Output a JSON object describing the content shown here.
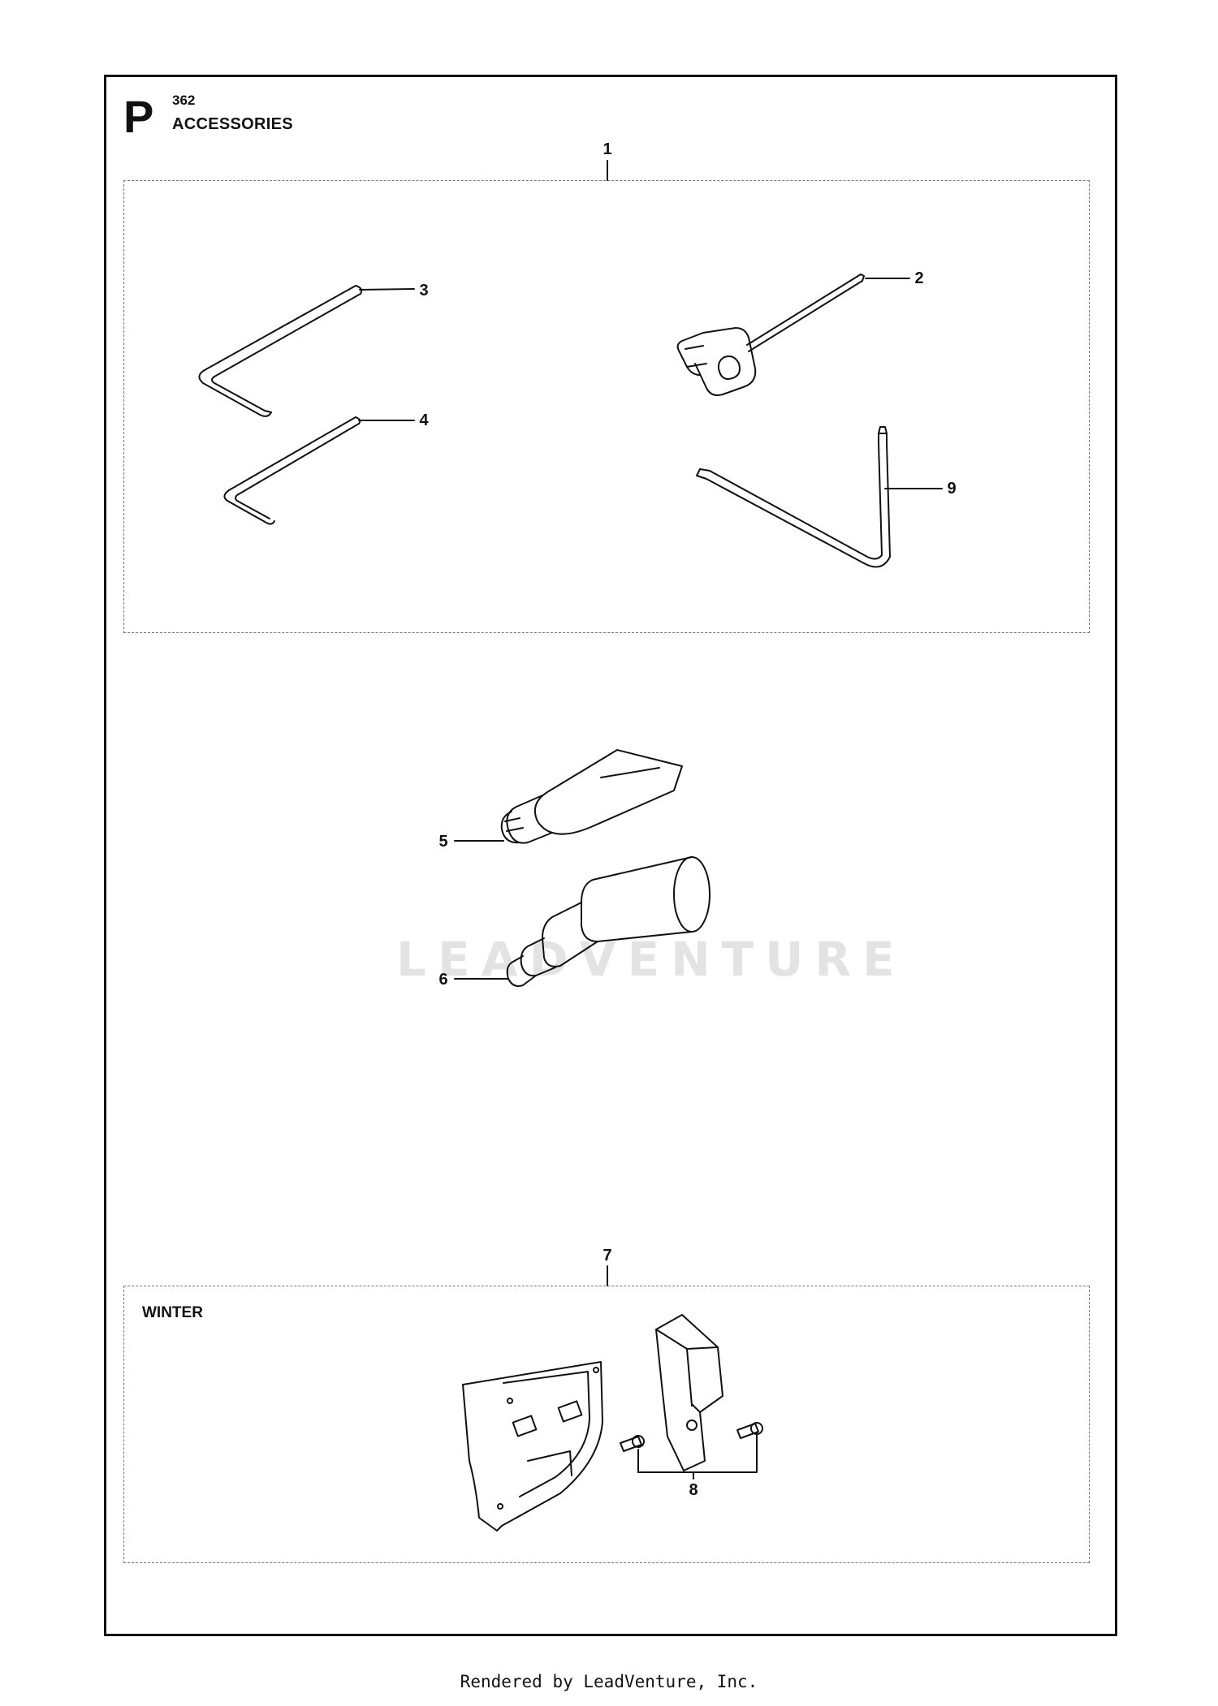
{
  "header": {
    "section_letter": "P",
    "model": "362",
    "title": "ACCESSORIES"
  },
  "groups": [
    {
      "callout": "1",
      "label": ""
    },
    {
      "callout": "7",
      "label": "WINTER"
    }
  ],
  "callouts": [
    "2",
    "3",
    "4",
    "5",
    "6",
    "8",
    "9"
  ],
  "parts": [
    {
      "number": "2",
      "icon": "combination-spanner-icon"
    },
    {
      "number": "3",
      "icon": "hex-key-icon"
    },
    {
      "number": "4",
      "icon": "hex-key-small-icon"
    },
    {
      "number": "5",
      "icon": "grease-tube-icon"
    },
    {
      "number": "6",
      "icon": "grease-gun-icon"
    },
    {
      "number": "8",
      "icon": "screw-icon"
    },
    {
      "number": "9",
      "icon": "torx-key-icon"
    }
  ],
  "watermark": "LEADVENTURE",
  "footer": "Rendered by LeadVenture, Inc."
}
